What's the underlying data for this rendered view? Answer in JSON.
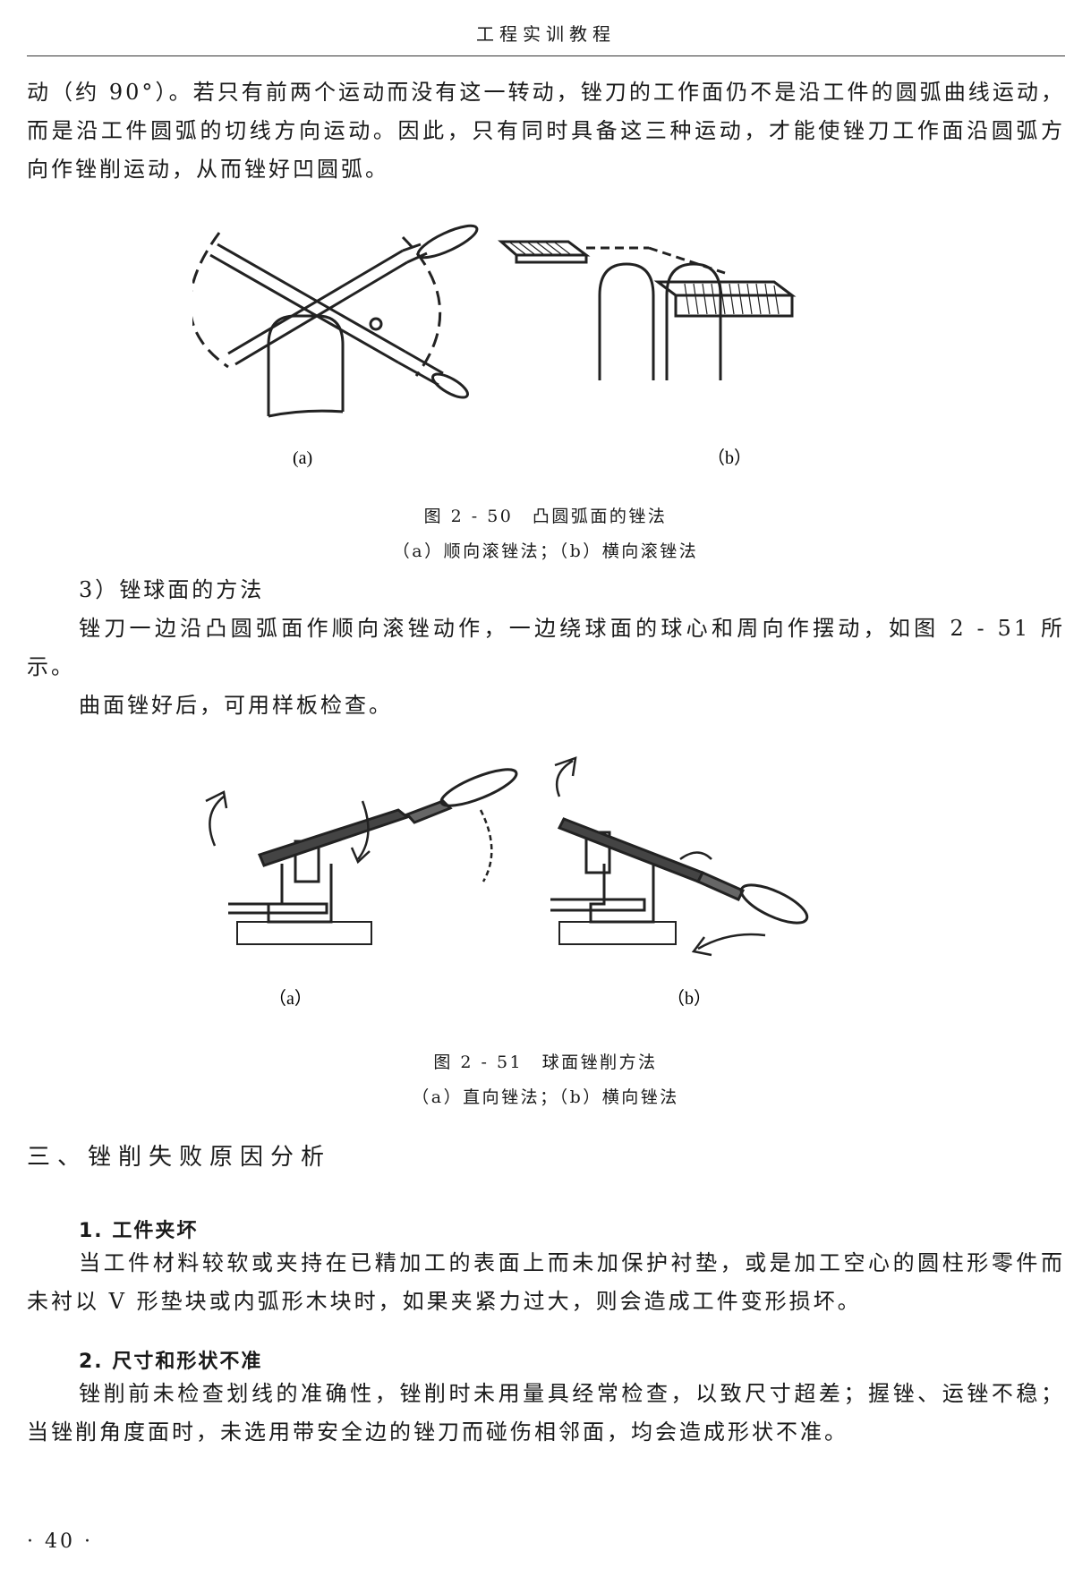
{
  "header": {
    "title": "工程实训教程"
  },
  "paragraphs": {
    "p1": "动（约 90°）。若只有前两个运动而没有这一转动，锉刀的工作面仍不是沿工件的圆弧曲线运动，而是沿工件圆弧的切线方向运动。因此，只有同时具备这三种运动，才能使锉刀工作面沿圆弧方向作锉削运动，从而锉好凹圆弧。",
    "step3_title": "3）锉球面的方法",
    "p2": "锉刀一边沿凸圆弧面作顺向滚锉动作，一边绕球面的球心和周向作摆动，如图 2 - 51 所示。",
    "p3": "曲面锉好后，可用样板检查。",
    "p4": "当工件材料较软或夹持在已精加工的表面上而未加保护衬垫，或是加工空心的圆柱形零件而未衬以 V 形垫块或内弧形木块时，如果夹紧力过大，则会造成工件变形损坏。",
    "p5": "锉削前未检查划线的准确性，锉削时未用量具经常检查，以致尺寸超差；握锉、运锉不稳；当锉削角度面时，未选用带安全边的锉刀而碰伤相邻面，均会造成形状不准。"
  },
  "figure_250": {
    "label_a": "(a)",
    "label_b": "（b）",
    "caption": "图 2 - 50　凸圆弧面的锉法",
    "subcaption": "（a）顺向滚锉法；（b）横向滚锉法"
  },
  "figure_251": {
    "label_a": "（a）",
    "label_b": "（b）",
    "caption": "图 2 - 51　球面锉削方法",
    "subcaption": "（a）直向锉法；（b）横向锉法"
  },
  "section": {
    "heading": "三、锉削失败原因分析",
    "sub1": "1. 工件夹坏",
    "sub2": "2. 尺寸和形状不准"
  },
  "footer": {
    "page_number": "· 40 ·"
  }
}
